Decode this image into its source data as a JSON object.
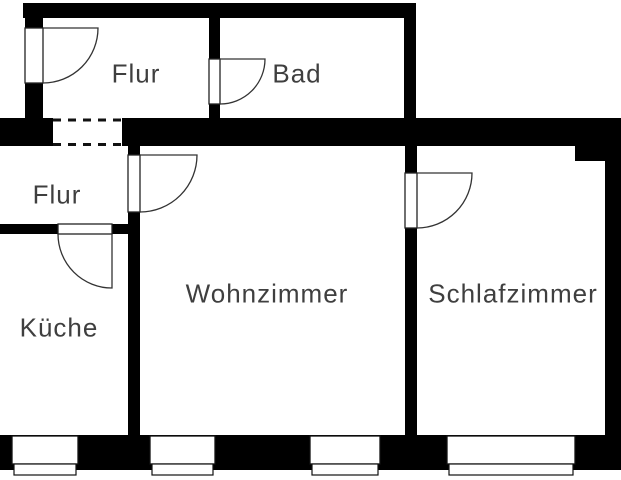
{
  "plan": {
    "type": "apartment-floor-plan",
    "rooms": {
      "flur_top": {
        "label": "Flur"
      },
      "bad": {
        "label": "Bad"
      },
      "flur_lower": {
        "label": "Flur"
      },
      "kueche": {
        "label": "Küche"
      },
      "wohnzimmer": {
        "label": "Wohnzimmer"
      },
      "schlafzimmer": {
        "label": "Schlafzimmer"
      }
    },
    "doors": [
      "entrance-door",
      "bad-door",
      "wohnzimmer-door",
      "schlafzimmer-door",
      "kueche-door"
    ],
    "windows": [
      "kueche-window",
      "wohnzimmer-window-left",
      "wohnzimmer-window-right",
      "schlafzimmer-window"
    ],
    "open_passage": "flur-top-to-flur-lower-dashed-opening",
    "colors": {
      "wall": "#000000",
      "door_line": "#333333",
      "label_text": "#3f3f3f",
      "background": "#ffffff"
    }
  }
}
